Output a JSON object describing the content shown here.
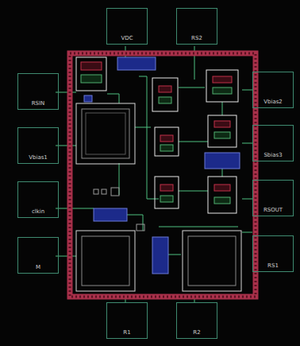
{
  "diagram": {
    "nodes": [
      {
        "text": [
          "VDC"
        ]
      },
      {
        "text": [
          "RS2"
        ]
      },
      {
        "text": [
          "RSIN"
        ]
      },
      {
        "text": [
          "Vbias2"
        ]
      },
      {
        "text": [
          "Vbias1"
        ]
      },
      {
        "text": [
          "Sbias3"
        ]
      },
      {
        "text": [
          "clkin"
        ]
      },
      {
        "text": [
          "RSOUT"
        ]
      },
      {
        "text": [
          "M"
        ]
      },
      {
        "text": [
          "RS1"
        ]
      },
      {
        "text": [
          "R1"
        ]
      },
      {
        "text": [
          "R2"
        ]
      }
    ]
  }
}
